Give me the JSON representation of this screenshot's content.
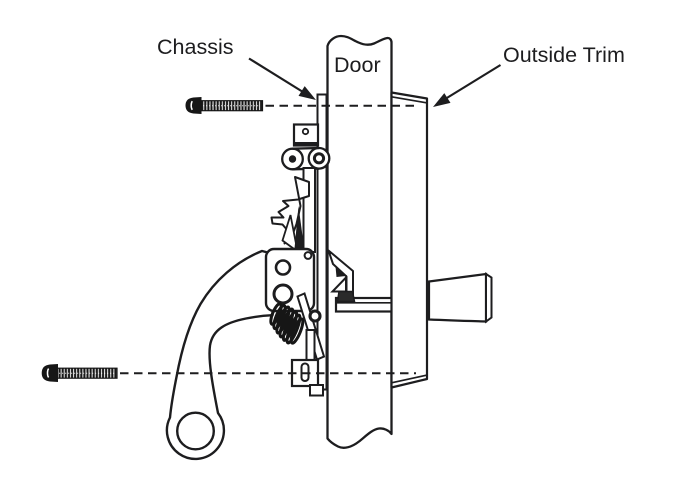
{
  "figure": {
    "background_color": "#ffffff",
    "line_color": "#1d1d1f"
  },
  "labels": {
    "chassis": "Chassis",
    "door": "Door",
    "outside_trim": "Outside Trim"
  }
}
